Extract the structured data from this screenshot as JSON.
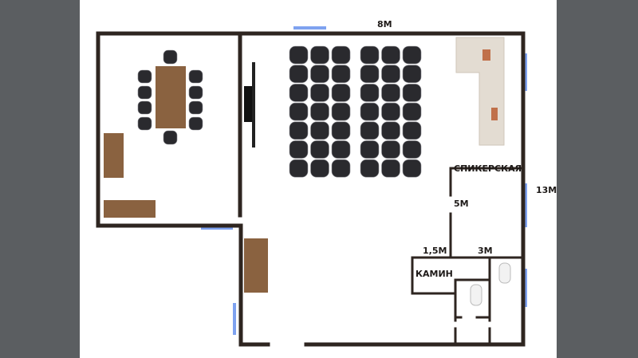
{
  "labels": {
    "width_dim": "8М",
    "height_dim": "13М",
    "speaker_room": "СПИКЕРСКАЯ",
    "speaker_dim": "5М",
    "fireplace_dim_left": "1,5М",
    "fireplace_dim_right": "3М",
    "fireplace_room": "КАМИН"
  },
  "colors": {
    "wall": "#2e2520",
    "window": "#7ea2f0",
    "wood": "#8a6240",
    "chair": "#2a2a2e",
    "sofa": "#e3dcd2"
  },
  "seating": {
    "blocks": 2,
    "columns_per_block": 3,
    "rows": 7
  }
}
